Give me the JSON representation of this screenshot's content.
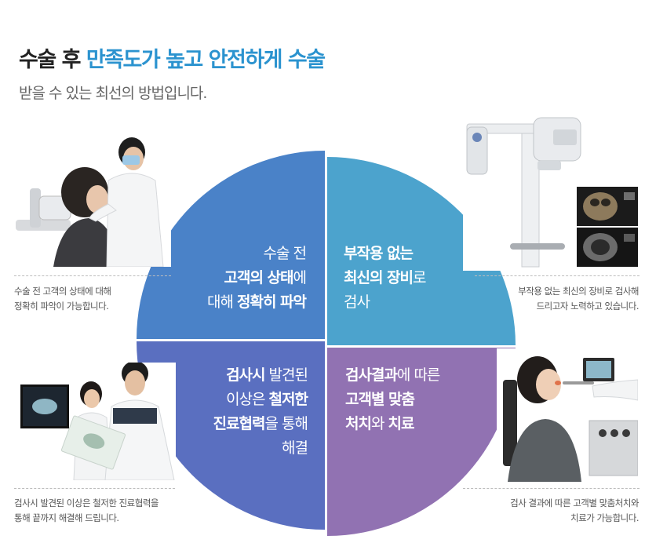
{
  "header": {
    "title_plain": "수술 후 ",
    "title_accent": "만족도가 높고 안전하게 수술",
    "subtitle": "받을 수 있는 최선의 방법입니다."
  },
  "quadrants": {
    "top_left": {
      "color": "#4a82c8",
      "line1": "수술 전",
      "line2_bold": "고객의 상태",
      "line2_rest": "에",
      "line3_plain": "대해 ",
      "line3_bold": "정확히 파악"
    },
    "top_right": {
      "color": "#4ca3cd",
      "line1_bold": "부작용 없는",
      "line2_bold": "최신의 장비",
      "line2_rest": "로",
      "line3": "검사"
    },
    "bottom_left": {
      "color": "#5a6fc0",
      "line1_bold": "검사시",
      "line1_rest": " 발견된",
      "line2_plain": "이상은 ",
      "line2_bold": "철저한",
      "line3_bold": "진료협력",
      "line3_rest": "을 통해",
      "line4": "해결"
    },
    "bottom_right": {
      "color": "#9172b2",
      "line1_bold": "검사결과",
      "line1_rest": "에 따른",
      "line2_bold": "고객별 맞춤",
      "line3_bold": "처치",
      "line3_mid": "와 ",
      "line3_bold2": "치료"
    }
  },
  "captions": {
    "top_left": [
      "수술 전 고객의 상태에 대해",
      "정확히 파악이 가능합니다."
    ],
    "top_right": [
      "부작용 없는 최신의 장비로 검사해",
      "드리고자 노력하고 있습니다."
    ],
    "bottom_left": [
      "검사시 발견된 이상은 철저한 진료협력을",
      "통해 끝까지 해결해 드립니다."
    ],
    "bottom_right": [
      "검사 결과에 따른 고객별 맞춤처치와",
      "치료가 가능합니다."
    ]
  }
}
